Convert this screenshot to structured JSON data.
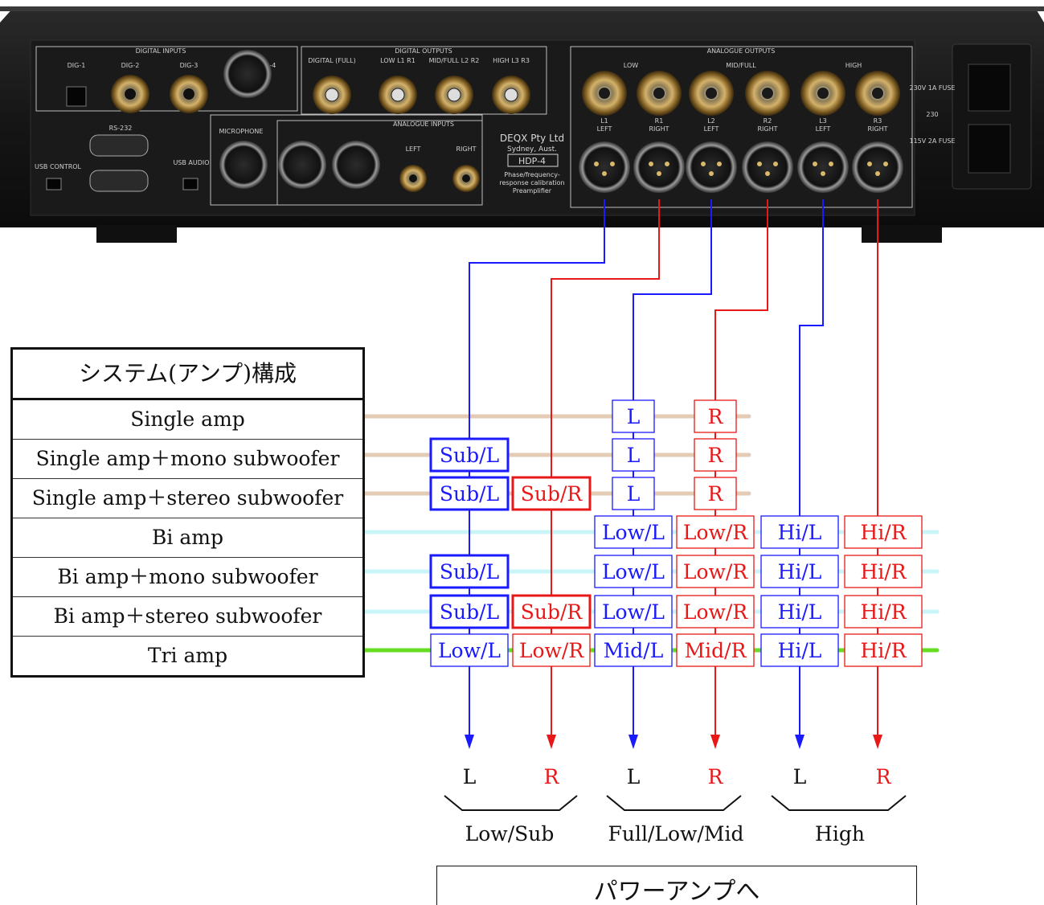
{
  "rear_panel": {
    "digital_inputs": {
      "label": "DIGITAL INPUTS",
      "connectors": [
        "DIG-1",
        "DIG-2",
        "DIG-3",
        "DIG-4"
      ]
    },
    "digital_outputs": {
      "label": "DIGITAL OUTPUTS",
      "connectors": [
        "DIGITAL (FULL)",
        "LOW L1 R1",
        "MID/FULL L2 R2",
        "HIGH L3 R3"
      ]
    },
    "analogue_outputs": {
      "label": "ANALOGUE OUTPUTS",
      "groups": [
        "LOW",
        "MID/FULL",
        "HIGH"
      ],
      "channels": [
        {
          "top": "L1",
          "sub": "LEFT"
        },
        {
          "top": "R1",
          "sub": "RIGHT"
        },
        {
          "top": "L2",
          "sub": "LEFT"
        },
        {
          "top": "R2",
          "sub": "RIGHT"
        },
        {
          "top": "L3",
          "sub": "LEFT"
        },
        {
          "top": "R3",
          "sub": "RIGHT"
        }
      ]
    },
    "analogue_inputs": {
      "label": "ANALOGUE INPUTS",
      "connectors": [
        "MICROPHONE",
        "LEFT",
        "RIGHT"
      ]
    },
    "control_ports": [
      "RS-232",
      "USB CONTROL",
      "USB AUDIO"
    ],
    "brand": {
      "company": "DEQX Pty Ltd",
      "location": "Sydney, Aust.",
      "model": "HDP-4",
      "description": [
        "Phase/frequency-",
        "response calibration",
        "Preamplifier"
      ]
    },
    "fuse_labels": [
      "230V 1A FUSE",
      "230",
      "115V 2A FUSE"
    ]
  },
  "config_table": {
    "header": "システム(アンプ)構成",
    "rows": [
      "Single amp",
      "Single amp＋mono subwoofer",
      "Single amp＋stereo subwoofer",
      "Bi amp",
      "Bi amp＋mono subwoofer",
      "Bi amp＋stereo subwoofer",
      "Tri amp"
    ]
  },
  "assignments": [
    [
      "",
      "",
      "L",
      "R",
      "",
      ""
    ],
    [
      "Sub/L",
      "",
      "L",
      "R",
      "",
      ""
    ],
    [
      "Sub/L",
      "Sub/R",
      "L",
      "R",
      "",
      ""
    ],
    [
      "",
      "",
      "Low/L",
      "Low/R",
      "Hi/L",
      "Hi/R"
    ],
    [
      "Sub/L",
      "",
      "Low/L",
      "Low/R",
      "Hi/L",
      "Hi/R"
    ],
    [
      "Sub/L",
      "Sub/R",
      "Low/L",
      "Low/R",
      "Hi/L",
      "Hi/R"
    ],
    [
      "Low/L",
      "Low/R",
      "Mid/L",
      "Mid/R",
      "Hi/L",
      "Hi/R"
    ]
  ],
  "outputs": [
    "L",
    "R",
    "L",
    "R",
    "L",
    "R"
  ],
  "groups": [
    "Low/Sub",
    "Full/Low/Mid",
    "High"
  ],
  "power_amp_label": "パワーアンプへ",
  "colors": {
    "left": "#1a1aff",
    "right": "#e81818",
    "single_amp_line": "#e3cbb6",
    "bi_amp_line": "#c9f4f8",
    "tri_amp_line": "#66dd22",
    "panel": "#1c1c1c"
  }
}
